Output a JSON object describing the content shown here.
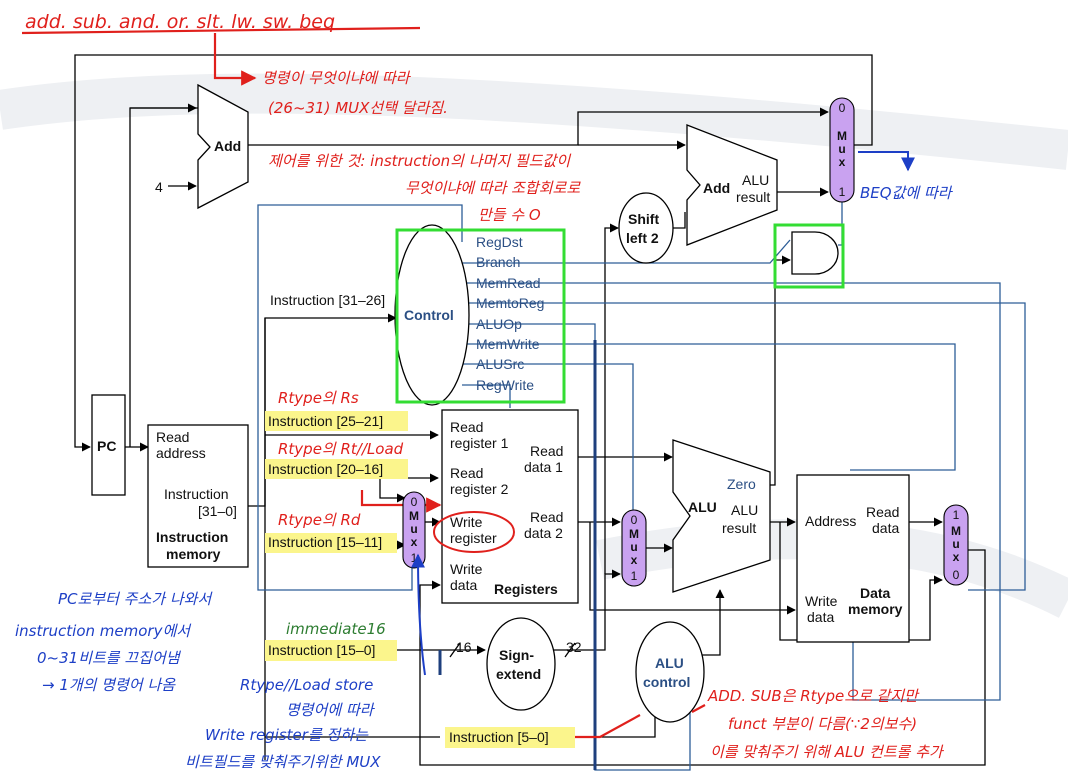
{
  "labels": {
    "add_unit": "Add",
    "four": "4",
    "add_result_unit": "Add",
    "alu_result_top": "ALU",
    "result": "result",
    "shift": "Shift",
    "left2": "left 2",
    "control": "Control",
    "instruction_31_26": "Instruction [31–26]",
    "pc": "PC",
    "read_address_1": "Read",
    "read_address_2": "address",
    "instruction": "Instruction",
    "range_31_0": "[31–0]",
    "instruction_memory_1": "Instruction",
    "instruction_memory_2": "memory",
    "instr_25_21": "Instruction [25–21]",
    "instr_20_16": "Instruction [20–16]",
    "instr_15_11": "Instruction [15–11]",
    "instr_15_0": "Instruction [15–0]",
    "instr_5_0": "Instruction [5–0]",
    "read_register1_a": "Read",
    "read_register1_b": "register 1",
    "read_register2_a": "Read",
    "read_register2_b": "register 2",
    "write_register_a": "Write",
    "write_register_b": "register",
    "write_data_a": "Write",
    "write_data_b": "data",
    "read_data1_a": "Read",
    "read_data1_b": "data 1",
    "read_data2_a": "Read",
    "read_data2_b": "data 2",
    "registers": "Registers",
    "alu": "ALU",
    "zero": "Zero",
    "alu_result_a": "ALU",
    "alu_result_b": "result",
    "address": "Address",
    "dm_read_data_a": "Read",
    "dm_read_data_b": "data",
    "dm_write_data_a": "Write",
    "dm_write_data_b": "data",
    "data_memory_a": "Data",
    "data_memory_b": "memory",
    "sign_a": "Sign-",
    "sign_b": "extend",
    "bits16": "16",
    "bits32": "32",
    "alu_control_a": "ALU",
    "alu_control_b": "control",
    "mux_m": "M",
    "mux_u": "u",
    "mux_x": "x",
    "zero_digit": "0",
    "one_digit": "1"
  },
  "control_signals": [
    "RegDst",
    "Branch",
    "MemRead",
    "MemtoReg",
    "ALUOp",
    "MemWrite",
    "ALUSrc",
    "RegWrite"
  ],
  "annotations": {
    "top_opcodes": "add. sub. and. or. slt. lw. sw. beq",
    "mux_note_1": "명령이 무엇이냐에 따라",
    "mux_note_2": "(26~31) MUX선택 달라짐.",
    "control_note_1": "제어를 위한 것: instruction의 나머지 필드값이",
    "control_note_2": "무엇이냐에 따라 조합회로로",
    "control_note_3": "만들 수 O",
    "beq_note": "BEQ값에 따라",
    "rtype_rs": "Rtype의 Rs",
    "rtype_rt_load": "Rtype의 Rt//Load",
    "rtype_rd": "Rtype의 Rd",
    "immediate16": "immediate16",
    "pc_note_1": "PC로부터 주소가 나와서",
    "pc_note_2": "instruction memory에서",
    "pc_note_3": "0~31비트를 끄집어냄",
    "pc_note_4": "→ 1개의 명령어 나옴",
    "regdst_note_1": "Rtype//Load store",
    "regdst_note_2": "명령어에 따라",
    "regdst_note_3": "Write register를 정하는",
    "regdst_note_4": "비트필드를 맞춰주기위한 MUX",
    "aluctl_note_1": "ADD. SUB은 Rtype으로 같지만",
    "aluctl_note_2": "funct 부분이 다름(∵2의보수)",
    "aluctl_note_3": "이를 맞춰주기 위해 ALU 컨트롤 추가"
  },
  "colors": {
    "control_wire": "#2d5d97",
    "highlight": "#fbf58c",
    "mux_fill": "#c9a2f0",
    "annotation_red": "#e0201c",
    "annotation_blue": "#1d3fc6",
    "annotation_green": "#2e7d32",
    "green_box": "#33dd33"
  }
}
